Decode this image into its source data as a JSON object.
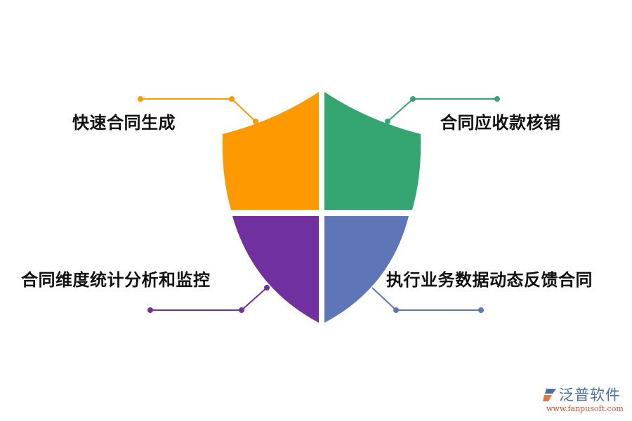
{
  "diagram": {
    "title": "",
    "colors": {
      "top_left": "#FF9900",
      "top_right": "#34A571",
      "bottom_left": "#7030A0",
      "bottom_right": "#5E75B8",
      "text": "#111111",
      "background": "#FFFFFF"
    },
    "quadrants": [
      {
        "id": "top-left",
        "label": "快速合同生成",
        "color": "#FF9900"
      },
      {
        "id": "top-right",
        "label": "合同应收款核销",
        "color": "#34A571"
      },
      {
        "id": "bottom-left",
        "label": "合同维度统计分析和监控",
        "color": "#7030A0"
      },
      {
        "id": "bottom-right",
        "label": "执行业务数据动态反馈合同",
        "color": "#5E75B8"
      }
    ]
  },
  "logo": {
    "icon": "fanpu-logo-icon",
    "name": "泛普软件",
    "url": "www.fanpusoft.com"
  }
}
